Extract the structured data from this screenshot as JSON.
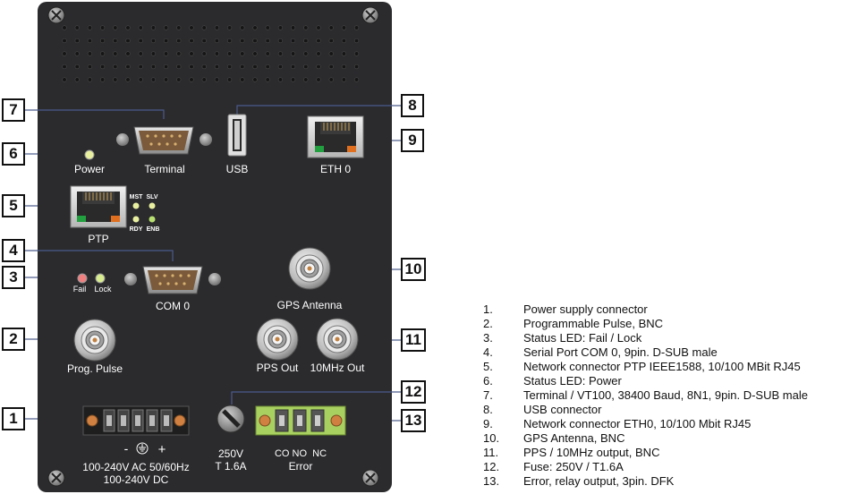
{
  "panel_labels": {
    "power": "Power",
    "terminal": "Terminal",
    "usb": "USB",
    "eth0": "ETH 0",
    "mst": "MST",
    "slv": "SLV",
    "rdy": "RDY",
    "enb": "ENB",
    "ptp": "PTP",
    "fail": "Fail",
    "lock": "Lock",
    "com0": "COM 0",
    "gps_antenna": "GPS Antenna",
    "prog_pulse": "Prog. Pulse",
    "pps_out": "PPS Out",
    "mhz_out": "10MHz Out",
    "minus": "-",
    "plus": "+",
    "ac_line": "100-240V AC 50/60Hz",
    "dc_line": "100-240V DC",
    "fuse_v": "250V",
    "fuse_a": "T 1.6A",
    "relay_pins": "CO NO  NC",
    "error": "Error"
  },
  "callouts": {
    "c1": "1",
    "c2": "2",
    "c3": "3",
    "c4": "4",
    "c5": "5",
    "c6": "6",
    "c7": "7",
    "c8": "8",
    "c9": "9",
    "c10": "10",
    "c11": "11",
    "c12": "12",
    "c13": "13"
  },
  "legend": [
    {
      "num": "1.",
      "text": "Power supply connector"
    },
    {
      "num": "2.",
      "text": "Programmable Pulse, BNC"
    },
    {
      "num": "3.",
      "text": "Status LED: Fail / Lock"
    },
    {
      "num": "4.",
      "text": "Serial Port COM 0,  9pin. D-SUB male"
    },
    {
      "num": "5.",
      "text": "Network connector PTP IEEE1588, 10/100 MBit RJ45"
    },
    {
      "num": "6.",
      "text": "Status LED: Power"
    },
    {
      "num": "7.",
      "text": "Terminal / VT100, 38400 Baud, 8N1, 9pin. D-SUB male"
    },
    {
      "num": "8.",
      "text": "USB connector"
    },
    {
      "num": "9.",
      "text": "Network connector ETH0, 10/100 Mbit RJ45"
    },
    {
      "num": "10.",
      "text": "GPS Antenna, BNC"
    },
    {
      "num": "11.",
      "text": "PPS / 10MHz output, BNC"
    },
    {
      "num": "12.",
      "text": "Fuse: 250V / T1.6A"
    },
    {
      "num": "13.",
      "text": "Error, relay output, 3pin. DFK"
    }
  ],
  "colors": {
    "panel": "#2b2b2e",
    "led_power": "#e8f0a0",
    "led_fail": "#f08080",
    "led_lock": "#d8ec90",
    "relay_green": "#a8d060"
  }
}
